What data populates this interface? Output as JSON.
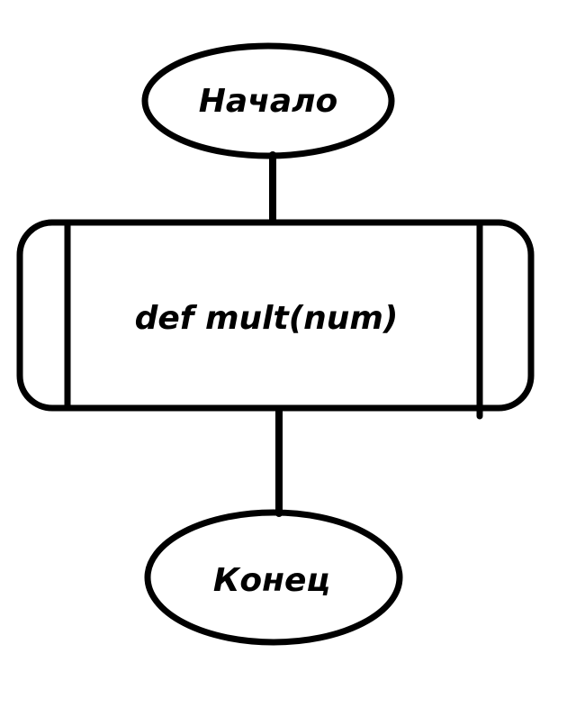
{
  "diagram": {
    "start_label": "Начало",
    "process_label": "def mult(num)",
    "end_label": "Конец",
    "stroke_color": "#000000",
    "background_color": "#ffffff"
  }
}
